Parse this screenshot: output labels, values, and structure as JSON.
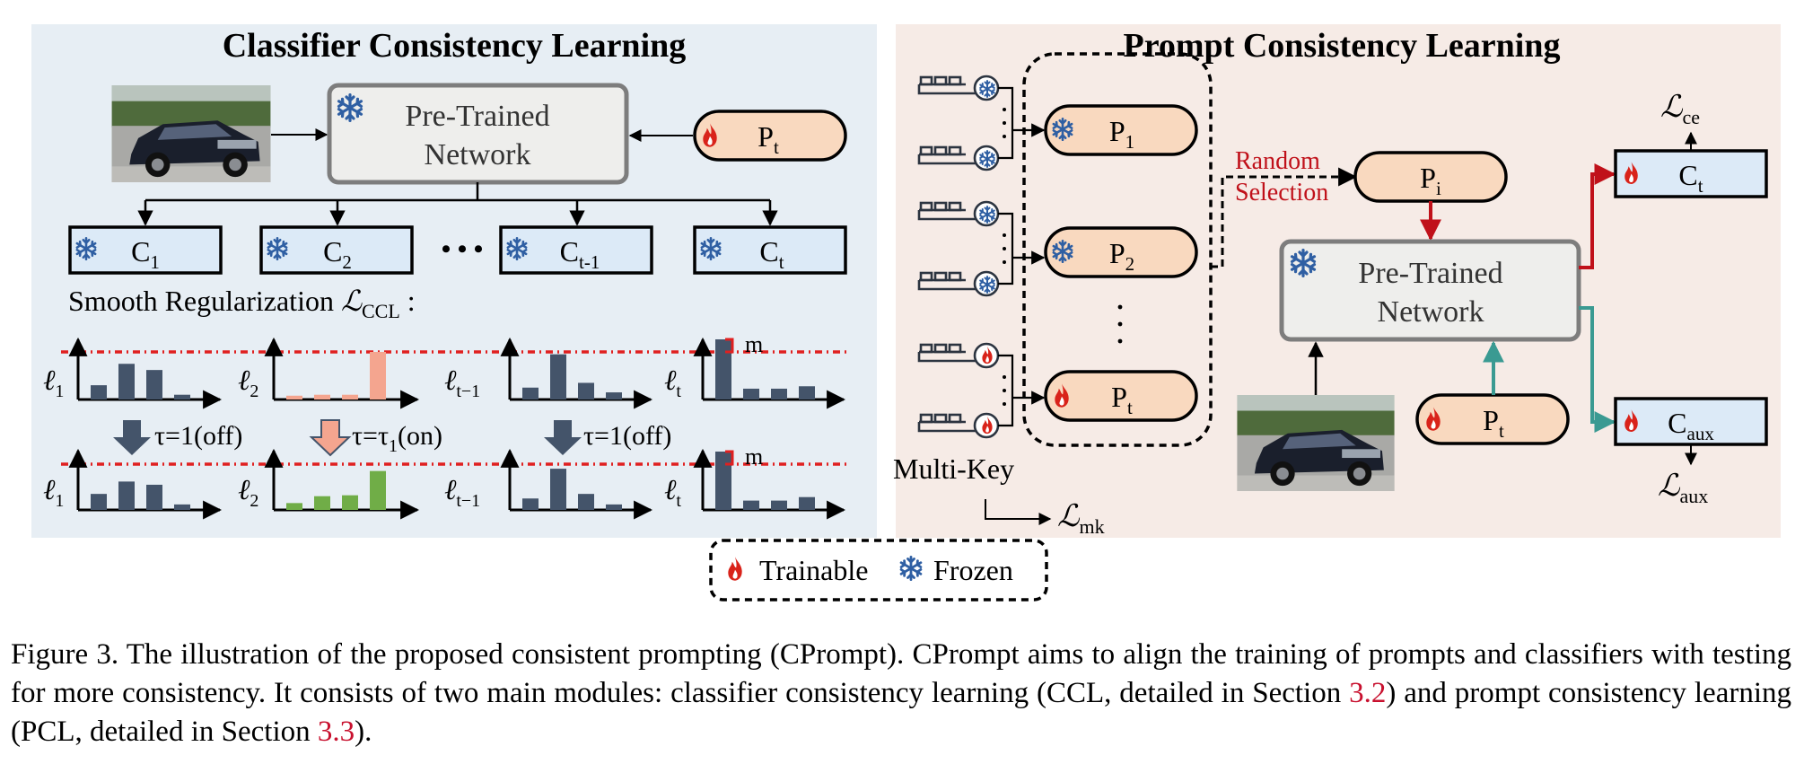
{
  "ccl": {
    "title": "Classifier Consistency Learning",
    "ptn": [
      "Pre-Trained",
      "Network"
    ],
    "pt": {
      "base": "P",
      "sub": "t"
    },
    "classifiers": [
      {
        "base": "C",
        "sub": "1"
      },
      {
        "base": "C",
        "sub": "2"
      },
      {
        "base": "C",
        "sub": "t-1"
      },
      {
        "base": "C",
        "sub": "t"
      }
    ],
    "dots": "• • •",
    "smooth": {
      "text": "Smooth Regularization ",
      "loss_base": "ℒ",
      "loss_sub": "CCL",
      "colon": " :"
    },
    "axis_labels": [
      {
        "base": "ℓ",
        "sub": "1"
      },
      {
        "base": "ℓ",
        "sub": "2"
      },
      {
        "base": "ℓ",
        "sub": "t−1"
      },
      {
        "base": "ℓ",
        "sub": "t"
      }
    ],
    "m": "m",
    "tau_off": "τ=1(off)",
    "tau_on": {
      "base": "τ=τ",
      "sub": "1",
      "rest": "(on)"
    },
    "bars": {
      "row1": [
        [
          0.3,
          0.75,
          0.62,
          0.1
        ],
        [
          0.08,
          0.1,
          0.1,
          1.0
        ],
        [
          0.25,
          0.95,
          0.35,
          0.15
        ],
        [
          1.0,
          0.18,
          0.18,
          0.22
        ]
      ],
      "row2": [
        [
          0.35,
          0.62,
          0.55,
          0.12
        ],
        [
          0.15,
          0.3,
          0.32,
          0.85
        ],
        [
          0.25,
          0.9,
          0.35,
          0.12
        ],
        [
          1.0,
          0.16,
          0.16,
          0.22
        ]
      ]
    }
  },
  "pcl": {
    "title": "Prompt Consistency Learning",
    "prompts": [
      {
        "base": "P",
        "sub": "1"
      },
      {
        "base": "P",
        "sub": "2"
      },
      {
        "base": "P",
        "sub": "t"
      }
    ],
    "pi": {
      "base": "P",
      "sub": "i"
    },
    "random": [
      "Random",
      "Selection"
    ],
    "ptn": [
      "Pre-Trained",
      "Network"
    ],
    "pt": {
      "base": "P",
      "sub": "t"
    },
    "ct": {
      "base": "C",
      "sub": "t"
    },
    "caux": {
      "base": "C",
      "sub": "aux"
    },
    "loss_ce": {
      "base": "ℒ",
      "sub": "ce"
    },
    "loss_aux": {
      "base": "ℒ",
      "sub": "aux"
    },
    "multikey": "Multi-Key",
    "loss_mk": {
      "base": "ℒ",
      "sub": "mk"
    }
  },
  "legend": {
    "trainable": "Trainable",
    "frozen": "Frozen"
  },
  "caption": {
    "p1": "Figure 3. The illustration of the proposed consistent prompting (CPrompt). CPrompt aims to align the training of prompts and classifiers with testing for more consistency. It consists of two main modules: classifier consistency learning (CCL, detailed in Section ",
    "r1": "3.2",
    "p2": ") and prompt consistency learning (PCL, detailed in Section ",
    "r2": "3.3",
    "p3": ")."
  },
  "colors": {
    "ccl_bg": "#e7eef4",
    "pcl_bg": "#f6ebe6",
    "classifier_fill": "#dceaf7",
    "prompt_fill": "#f9d9bf",
    "ptn_fill": "#eeeeec",
    "bar_dark": "#44546a",
    "bar_pink": "#f4a58f",
    "bar_green": "#70ad47",
    "dash_red": "#e02020",
    "accent_red": "#c0111a",
    "teal": "#3a9a92",
    "flame": "#d9231a",
    "snow": "#2f5fa3"
  },
  "icons": [
    "car-photo",
    "snowflake-icon",
    "flame-icon",
    "key-icon"
  ]
}
